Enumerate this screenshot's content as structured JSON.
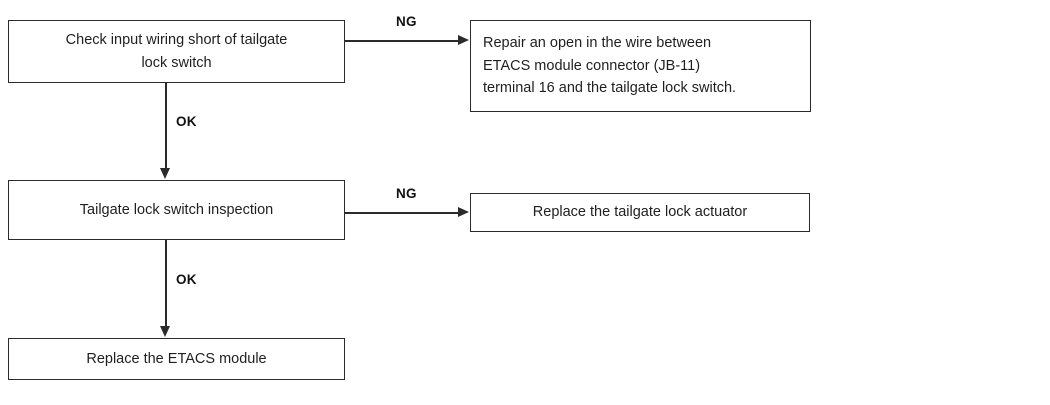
{
  "diagram": {
    "type": "troubleshooting-flowchart",
    "nodes": [
      {
        "id": "check-wiring",
        "label": "Check input wiring short of tailgate\nlock switch"
      },
      {
        "id": "repair-open",
        "label": "Repair an open in the wire between\nETACS module connector (JB-11)\nterminal 16 and the tailgate lock switch."
      },
      {
        "id": "switch-inspection",
        "label": "Tailgate lock switch inspection"
      },
      {
        "id": "replace-actuator",
        "label": "Replace the tailgate lock actuator"
      },
      {
        "id": "replace-etacs",
        "label": "Replace the ETACS module"
      }
    ],
    "edges": [
      {
        "id": "edge1",
        "from": "check-wiring",
        "to": "repair-open",
        "label": "NG",
        "direction": "right"
      },
      {
        "id": "edge2",
        "from": "check-wiring",
        "to": "switch-inspection",
        "label": "OK",
        "direction": "down"
      },
      {
        "id": "edge3",
        "from": "switch-inspection",
        "to": "replace-actuator",
        "label": "NG",
        "direction": "right"
      },
      {
        "id": "edge4",
        "from": "switch-inspection",
        "to": "replace-etacs",
        "label": "OK",
        "direction": "down"
      }
    ],
    "colors": {
      "background": "#ffffff",
      "stroke": "#2b2b2b",
      "text": "#1f1f1f",
      "label_text": "#111111"
    }
  }
}
